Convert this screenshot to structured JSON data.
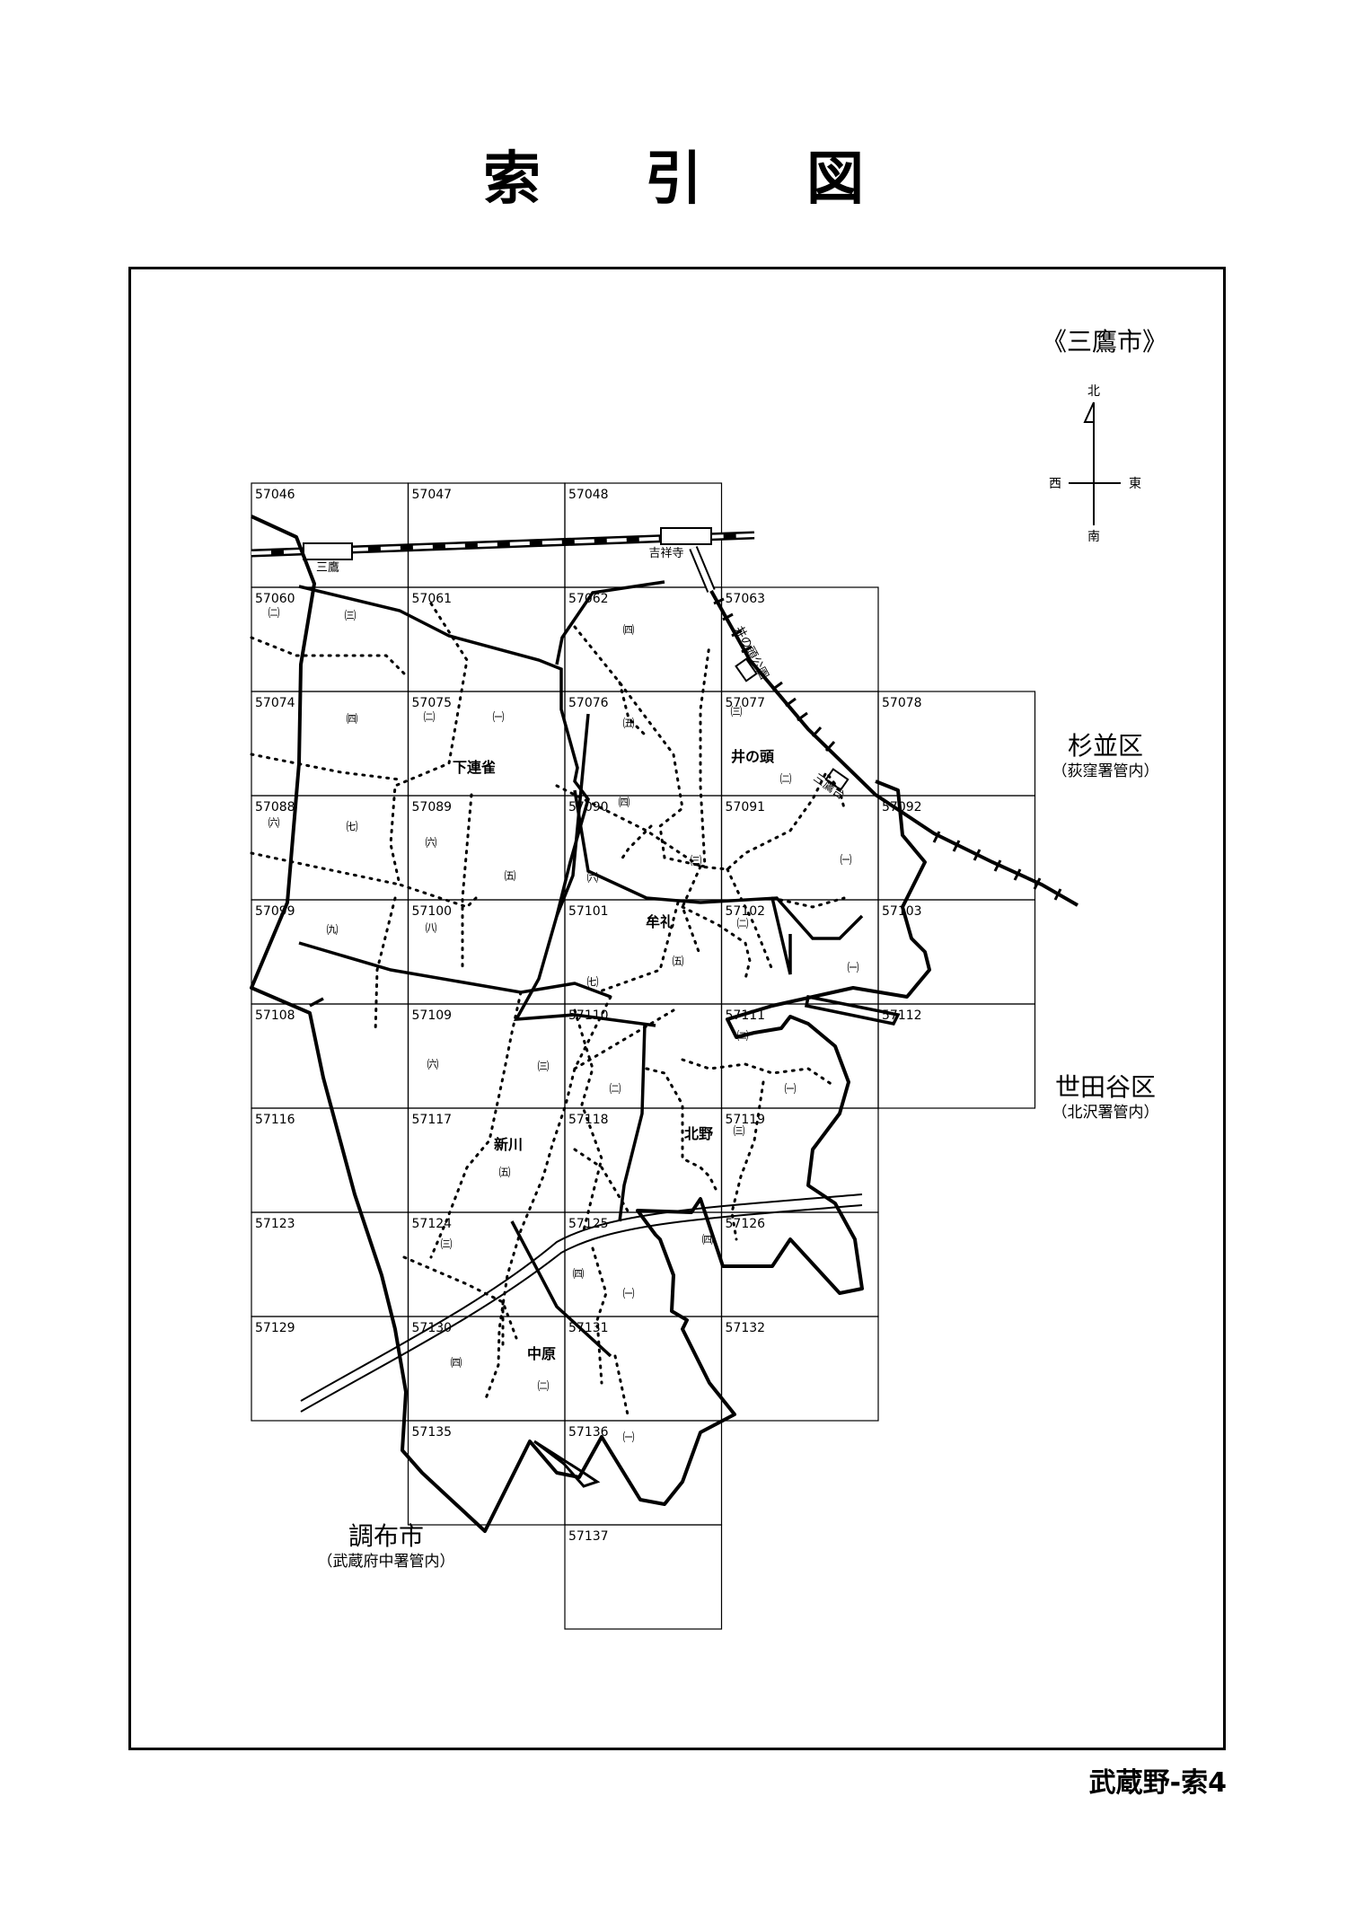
{
  "page_title_chars": [
    "索",
    "引",
    "図"
  ],
  "footer": "武蔵野-索4",
  "city_label": "《三鷹市》",
  "compass": {
    "north": "北",
    "south": "南",
    "east": "東",
    "west": "西"
  },
  "neighbors": [
    {
      "name": "杉並区",
      "note": "（荻窪署管内）"
    },
    {
      "name": "世田谷区",
      "note": "（北沢署管内）"
    },
    {
      "name": "調布市",
      "note": "（武蔵府中署管内）"
    }
  ],
  "grid_cells": [
    {
      "code": "57046",
      "col": 0,
      "row": 0
    },
    {
      "code": "57047",
      "col": 1,
      "row": 0
    },
    {
      "code": "57048",
      "col": 2,
      "row": 0
    },
    {
      "code": "57060",
      "col": 0,
      "row": 1
    },
    {
      "code": "57061",
      "col": 1,
      "row": 1
    },
    {
      "code": "57062",
      "col": 2,
      "row": 1
    },
    {
      "code": "57063",
      "col": 3,
      "row": 1
    },
    {
      "code": "57074",
      "col": 0,
      "row": 2
    },
    {
      "code": "57075",
      "col": 1,
      "row": 2
    },
    {
      "code": "57076",
      "col": 2,
      "row": 2
    },
    {
      "code": "57077",
      "col": 3,
      "row": 2
    },
    {
      "code": "57078",
      "col": 4,
      "row": 2
    },
    {
      "code": "57088",
      "col": 0,
      "row": 3
    },
    {
      "code": "57089",
      "col": 1,
      "row": 3
    },
    {
      "code": "57090",
      "col": 2,
      "row": 3
    },
    {
      "code": "57091",
      "col": 3,
      "row": 3
    },
    {
      "code": "57092",
      "col": 4,
      "row": 3
    },
    {
      "code": "57099",
      "col": 0,
      "row": 4
    },
    {
      "code": "57100",
      "col": 1,
      "row": 4
    },
    {
      "code": "57101",
      "col": 2,
      "row": 4
    },
    {
      "code": "57102",
      "col": 3,
      "row": 4
    },
    {
      "code": "57103",
      "col": 4,
      "row": 4
    },
    {
      "code": "57108",
      "col": 0,
      "row": 5
    },
    {
      "code": "57109",
      "col": 1,
      "row": 5
    },
    {
      "code": "57110",
      "col": 2,
      "row": 5
    },
    {
      "code": "57111",
      "col": 3,
      "row": 5
    },
    {
      "code": "57112",
      "col": 4,
      "row": 5
    },
    {
      "code": "57116",
      "col": 0,
      "row": 6
    },
    {
      "code": "57117",
      "col": 1,
      "row": 6
    },
    {
      "code": "57118",
      "col": 2,
      "row": 6
    },
    {
      "code": "57119",
      "col": 3,
      "row": 6
    },
    {
      "code": "57123",
      "col": 0,
      "row": 7
    },
    {
      "code": "57124",
      "col": 1,
      "row": 7
    },
    {
      "code": "57125",
      "col": 2,
      "row": 7
    },
    {
      "code": "57126",
      "col": 3,
      "row": 7
    },
    {
      "code": "57129",
      "col": 0,
      "row": 8
    },
    {
      "code": "57130",
      "col": 1,
      "row": 8
    },
    {
      "code": "57131",
      "col": 2,
      "row": 8
    },
    {
      "code": "57132",
      "col": 3,
      "row": 8
    },
    {
      "code": "57135",
      "col": 1,
      "row": 9
    },
    {
      "code": "57136",
      "col": 2,
      "row": 9
    },
    {
      "code": "57137",
      "col": 2,
      "row": 10
    }
  ],
  "stations": [
    "三鷹",
    "吉祥寺",
    "井の頭公園",
    "三鷹台"
  ],
  "districts": [
    "下連雀",
    "井の頭",
    "牟礼",
    "新川",
    "北野",
    "中原"
  ],
  "chome_labels": [
    "㈡",
    "㈢",
    "㈣",
    "㈠",
    "㈡",
    "㈣",
    "㈤",
    "㈢",
    "㈡",
    "㈥",
    "㈦",
    "㈥",
    "㈤",
    "㈣",
    "㈢",
    "㈥",
    "㈠",
    "㈨",
    "㈧",
    "㈤",
    "㈦",
    "㈡",
    "㈠",
    "㈥",
    "㈢",
    "㈡",
    "㈡",
    "㈠",
    "㈤",
    "㈢",
    "㈢",
    "㈣",
    "㈣",
    "㈠",
    "㈣",
    "㈡",
    "㈠"
  ]
}
